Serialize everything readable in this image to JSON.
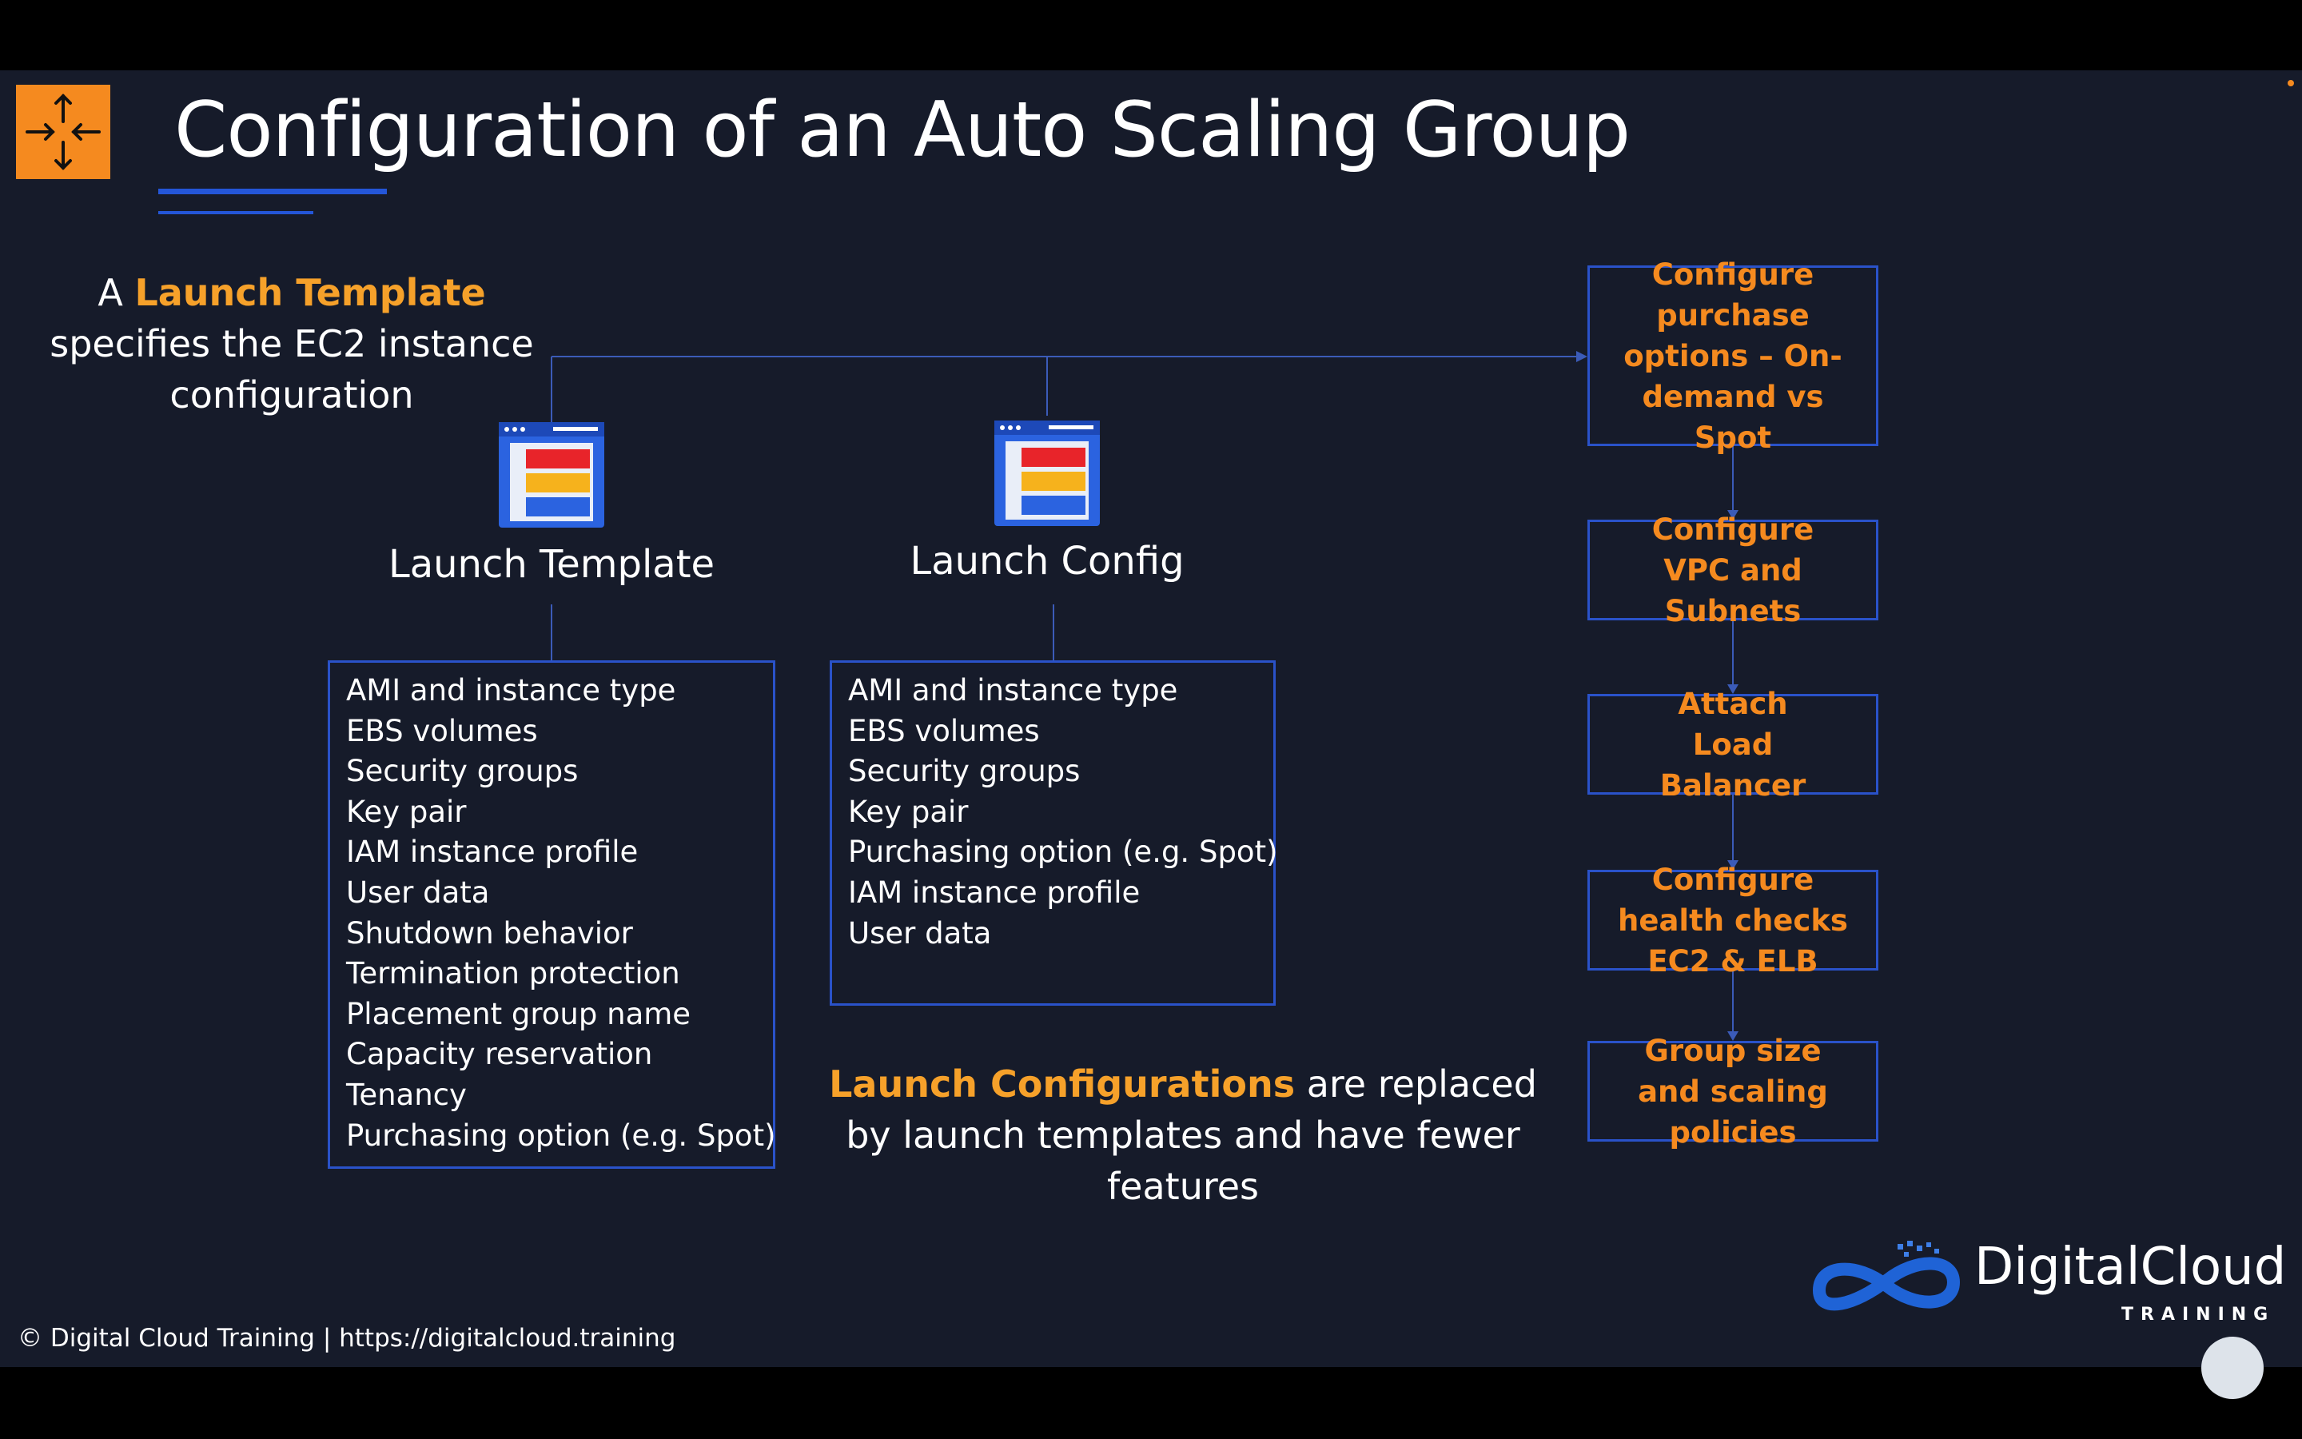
{
  "slide": {
    "title": "Configuration of an Auto Scaling Group",
    "intro": {
      "prefix": "A ",
      "highlight": "Launch Template",
      "suffix": " specifies the EC2 instance configuration"
    },
    "launch_template": {
      "label": "Launch Template",
      "items": [
        "AMI and instance type",
        "EBS volumes",
        "Security groups",
        "Key pair",
        "IAM instance profile",
        "User data",
        "Shutdown behavior",
        "Termination protection",
        "Placement group name",
        "Capacity reservation",
        "Tenancy",
        "Purchasing option (e.g. Spot)"
      ]
    },
    "launch_config": {
      "label": "Launch Config",
      "items": [
        "AMI and instance type",
        "EBS volumes",
        "Security groups",
        "Key pair",
        "Purchasing option (e.g. Spot)",
        "IAM instance profile",
        "User data"
      ]
    },
    "note": {
      "highlight": "Launch Configurations",
      "suffix": " are replaced by launch templates and have fewer features"
    },
    "flow": [
      "Configure purchase options – On-demand vs Spot",
      "Configure VPC and Subnets",
      "Attach Load Balancer",
      "Configure health checks EC2 & ELB",
      "Group size and scaling policies"
    ],
    "footer": "© Digital Cloud Training  | https://digitalcloud.training",
    "brand": {
      "name": "DigitalCloud",
      "sub": "TRAINING"
    }
  },
  "icons": {
    "logo": "auto-scaling-icon",
    "template": "launch-template-icon",
    "config": "launch-config-icon"
  },
  "colors": {
    "background": "#161b2a",
    "accent_orange": "#f58a1f",
    "highlight": "#f6a12a",
    "border_blue": "#2a52c9"
  }
}
